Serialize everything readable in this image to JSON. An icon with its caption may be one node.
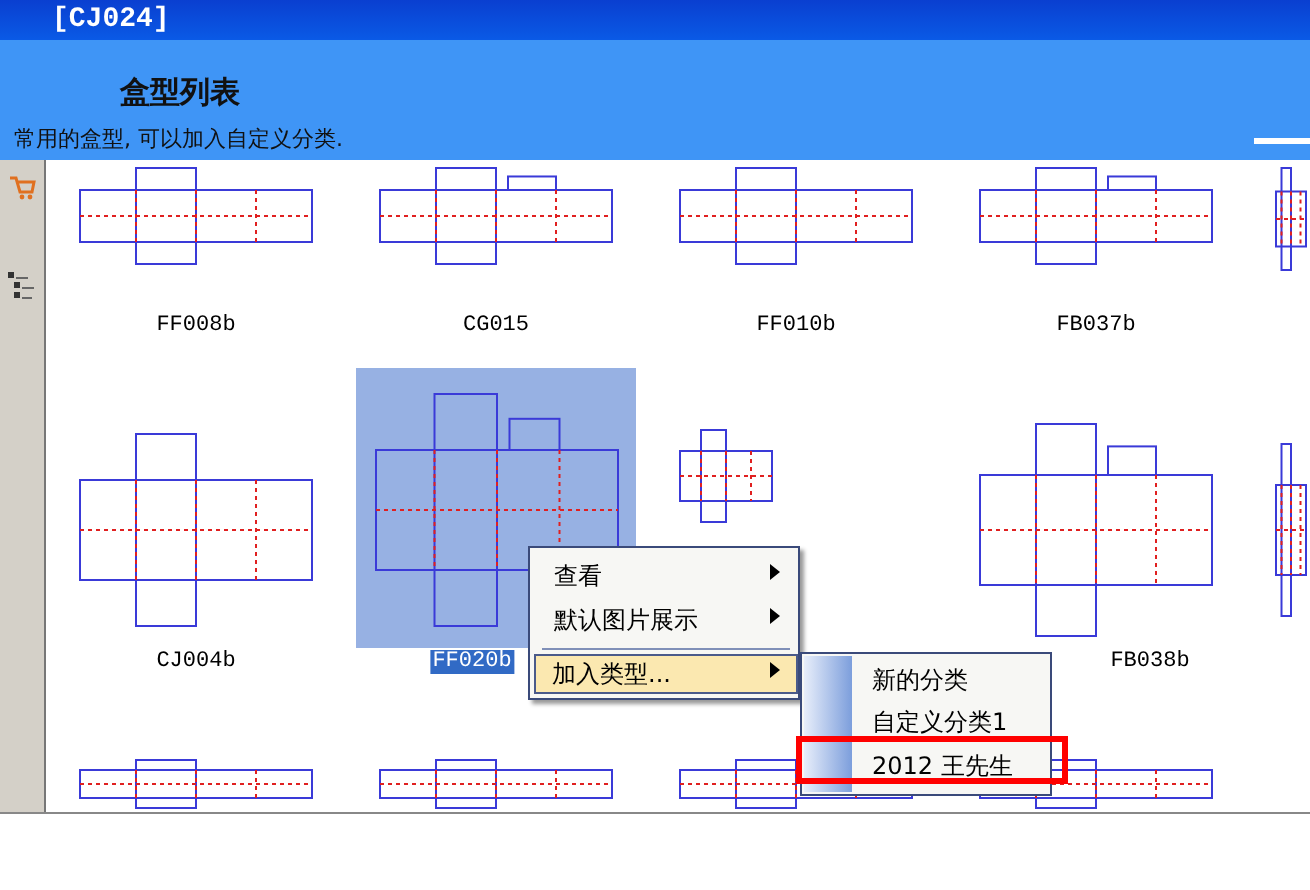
{
  "diagram": {
    "title": "[CJ024]",
    "labels": [
      "盒型列表",
      "常用的盒型, 可以加入自定义分类.",
      "FF008b",
      "CG015",
      "FF010b",
      "FB037b",
      "CJ004b",
      "FF020b",
      "FB038b",
      "查看",
      "默认图片展示",
      "加入类型...",
      "新的分类",
      "自定义分类1",
      "2012  王先生"
    ]
  }
}
